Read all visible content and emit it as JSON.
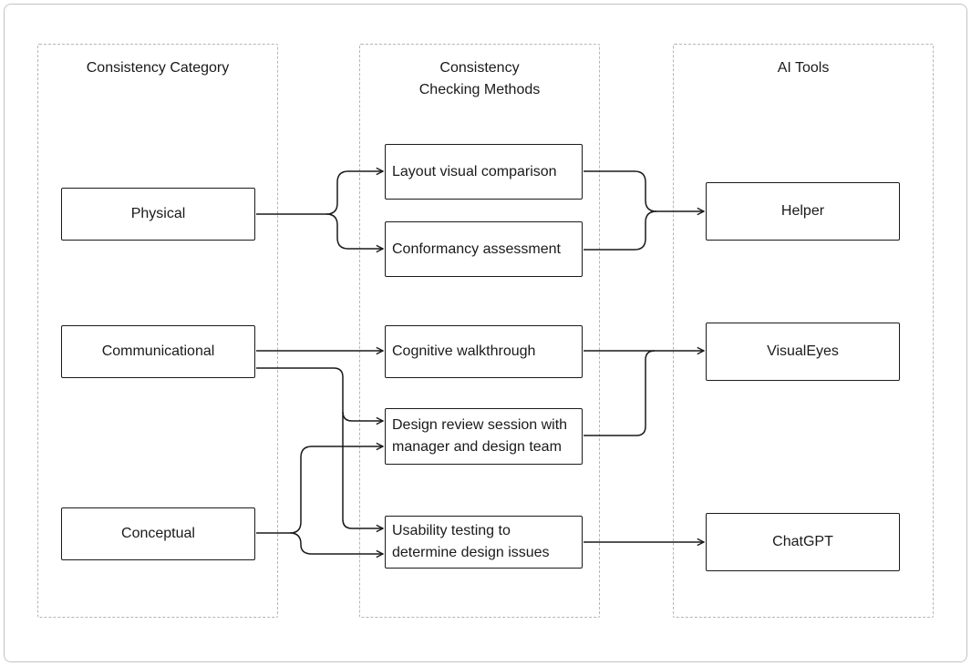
{
  "columns": {
    "category": {
      "title": "Consistency Category"
    },
    "methods": {
      "title_line1": "Consistency",
      "title_line2": "Checking Methods"
    },
    "tools": {
      "title": "AI Tools"
    }
  },
  "categories": {
    "physical": "Physical",
    "communicational": "Communicational",
    "conceptual": "Conceptual"
  },
  "methods": {
    "layout": "Layout visual comparison",
    "conformancy": "Conformancy assessment",
    "cognitive": "Cognitive walkthrough",
    "design_review_line1": "Design review session with",
    "design_review_line2": "manager and design team",
    "usability_line1": "Usability testing to",
    "usability_line2": "determine design issues"
  },
  "tools": {
    "helper": "Helper",
    "visualeyes": "VisualEyes",
    "chatgpt": "ChatGPT"
  },
  "colors": {
    "stroke": "#1a1a1a",
    "dashed_border": "#b5b5b5",
    "frame_border": "#c4c4c4"
  }
}
